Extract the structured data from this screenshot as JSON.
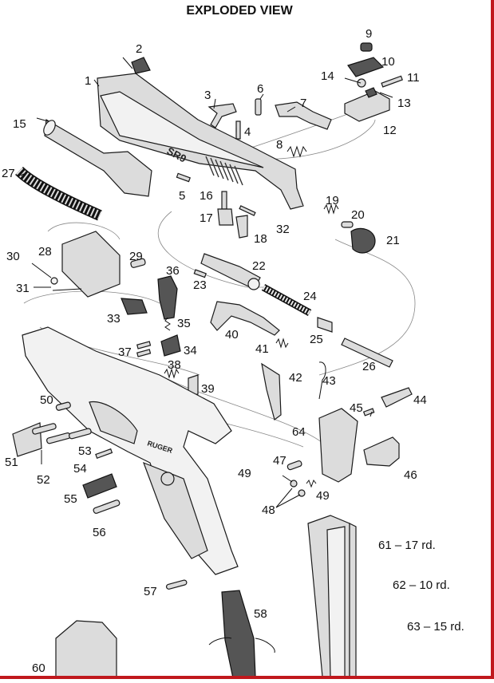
{
  "title": "EXPLODED VIEW",
  "slide_logo": "SR9",
  "frame_logo": "RUGER",
  "parts": [
    {
      "id": "1"
    },
    {
      "id": "2"
    },
    {
      "id": "3"
    },
    {
      "id": "4"
    },
    {
      "id": "5"
    },
    {
      "id": "6"
    },
    {
      "id": "7"
    },
    {
      "id": "8"
    },
    {
      "id": "9"
    },
    {
      "id": "10"
    },
    {
      "id": "11"
    },
    {
      "id": "12"
    },
    {
      "id": "13"
    },
    {
      "id": "14"
    },
    {
      "id": "15"
    },
    {
      "id": "16"
    },
    {
      "id": "17"
    },
    {
      "id": "18"
    },
    {
      "id": "19"
    },
    {
      "id": "20"
    },
    {
      "id": "21"
    },
    {
      "id": "22"
    },
    {
      "id": "23"
    },
    {
      "id": "24"
    },
    {
      "id": "25"
    },
    {
      "id": "26"
    },
    {
      "id": "27"
    },
    {
      "id": "28"
    },
    {
      "id": "29"
    },
    {
      "id": "30"
    },
    {
      "id": "31"
    },
    {
      "id": "32"
    },
    {
      "id": "33"
    },
    {
      "id": "34"
    },
    {
      "id": "35"
    },
    {
      "id": "36"
    },
    {
      "id": "37"
    },
    {
      "id": "38"
    },
    {
      "id": "39"
    },
    {
      "id": "40"
    },
    {
      "id": "41"
    },
    {
      "id": "42"
    },
    {
      "id": "43"
    },
    {
      "id": "44"
    },
    {
      "id": "45"
    },
    {
      "id": "46"
    },
    {
      "id": "47"
    },
    {
      "id": "48"
    },
    {
      "id": "49a"
    },
    {
      "id": "49b"
    },
    {
      "id": "50"
    },
    {
      "id": "51"
    },
    {
      "id": "52"
    },
    {
      "id": "53"
    },
    {
      "id": "54"
    },
    {
      "id": "55"
    },
    {
      "id": "56"
    },
    {
      "id": "57"
    },
    {
      "id": "58"
    },
    {
      "id": "60"
    },
    {
      "id": "64"
    }
  ],
  "labels": {
    "1": "1",
    "2": "2",
    "3": "3",
    "4": "4",
    "5": "5",
    "6": "6",
    "7": "7",
    "8": "8",
    "9": "9",
    "10": "10",
    "11": "11",
    "12": "12",
    "13": "13",
    "14": "14",
    "15": "15",
    "16": "16",
    "17": "17",
    "18": "18",
    "19": "19",
    "20": "20",
    "21": "21",
    "22": "22",
    "23": "23",
    "24": "24",
    "25": "25",
    "26": "26",
    "27": "27",
    "28": "28",
    "29": "29",
    "30": "30",
    "31": "31",
    "32": "32",
    "33": "33",
    "34": "34",
    "35": "35",
    "36": "36",
    "37": "37",
    "38": "38",
    "39": "39",
    "40": "40",
    "41": "41",
    "42": "42",
    "43": "43",
    "44": "44",
    "45": "45",
    "46": "46",
    "47": "47",
    "48": "48",
    "49a": "49",
    "49b": "49",
    "50": "50",
    "51": "51",
    "52": "52",
    "53": "53",
    "54": "54",
    "55": "55",
    "56": "56",
    "57": "57",
    "58": "58",
    "60": "60",
    "64": "64"
  },
  "magazines": [
    {
      "number": "61",
      "dash": "–",
      "capacity": "17 rd."
    },
    {
      "number": "62",
      "dash": "–",
      "capacity": "10 rd."
    },
    {
      "number": "63",
      "dash": "–",
      "capacity": "15 rd."
    }
  ],
  "colors": {
    "border": "#c0181d",
    "ink": "#111111",
    "part_fill": "#dcdcdc"
  }
}
